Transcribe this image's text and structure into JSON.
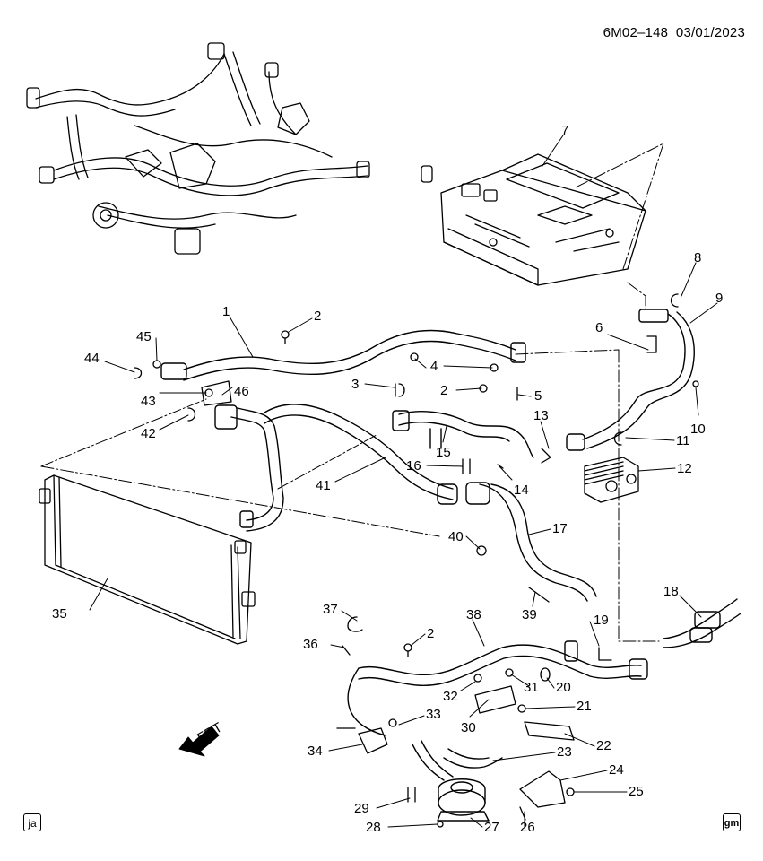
{
  "header": {
    "doc_id": "6M02–148",
    "date": "03/01/2023"
  },
  "badges": {
    "left": "ja",
    "right": "gm"
  },
  "front_arrow": "FRT",
  "callouts": {
    "c1": "1",
    "c2a": "2",
    "c2b": "2",
    "c2c": "2",
    "c3": "3",
    "c4": "4",
    "c5": "5",
    "c6": "6",
    "c7": "7",
    "c8": "8",
    "c9": "9",
    "c10": "10",
    "c11": "11",
    "c12": "12",
    "c13": "13",
    "c14": "14",
    "c15": "15",
    "c16": "16",
    "c17": "17",
    "c18": "18",
    "c19": "19",
    "c20": "20",
    "c21": "21",
    "c22": "22",
    "c23": "23",
    "c24": "24",
    "c25": "25",
    "c26": "26",
    "c27": "27",
    "c28": "28",
    "c29": "29",
    "c30": "30",
    "c31": "31",
    "c32": "32",
    "c33": "33",
    "c34": "34",
    "c35": "35",
    "c36": "36",
    "c37": "37",
    "c38": "38",
    "c39": "39",
    "c40": "40",
    "c41": "41",
    "c42": "42",
    "c43": "43",
    "c44": "44",
    "c45": "45",
    "c46": "46"
  }
}
